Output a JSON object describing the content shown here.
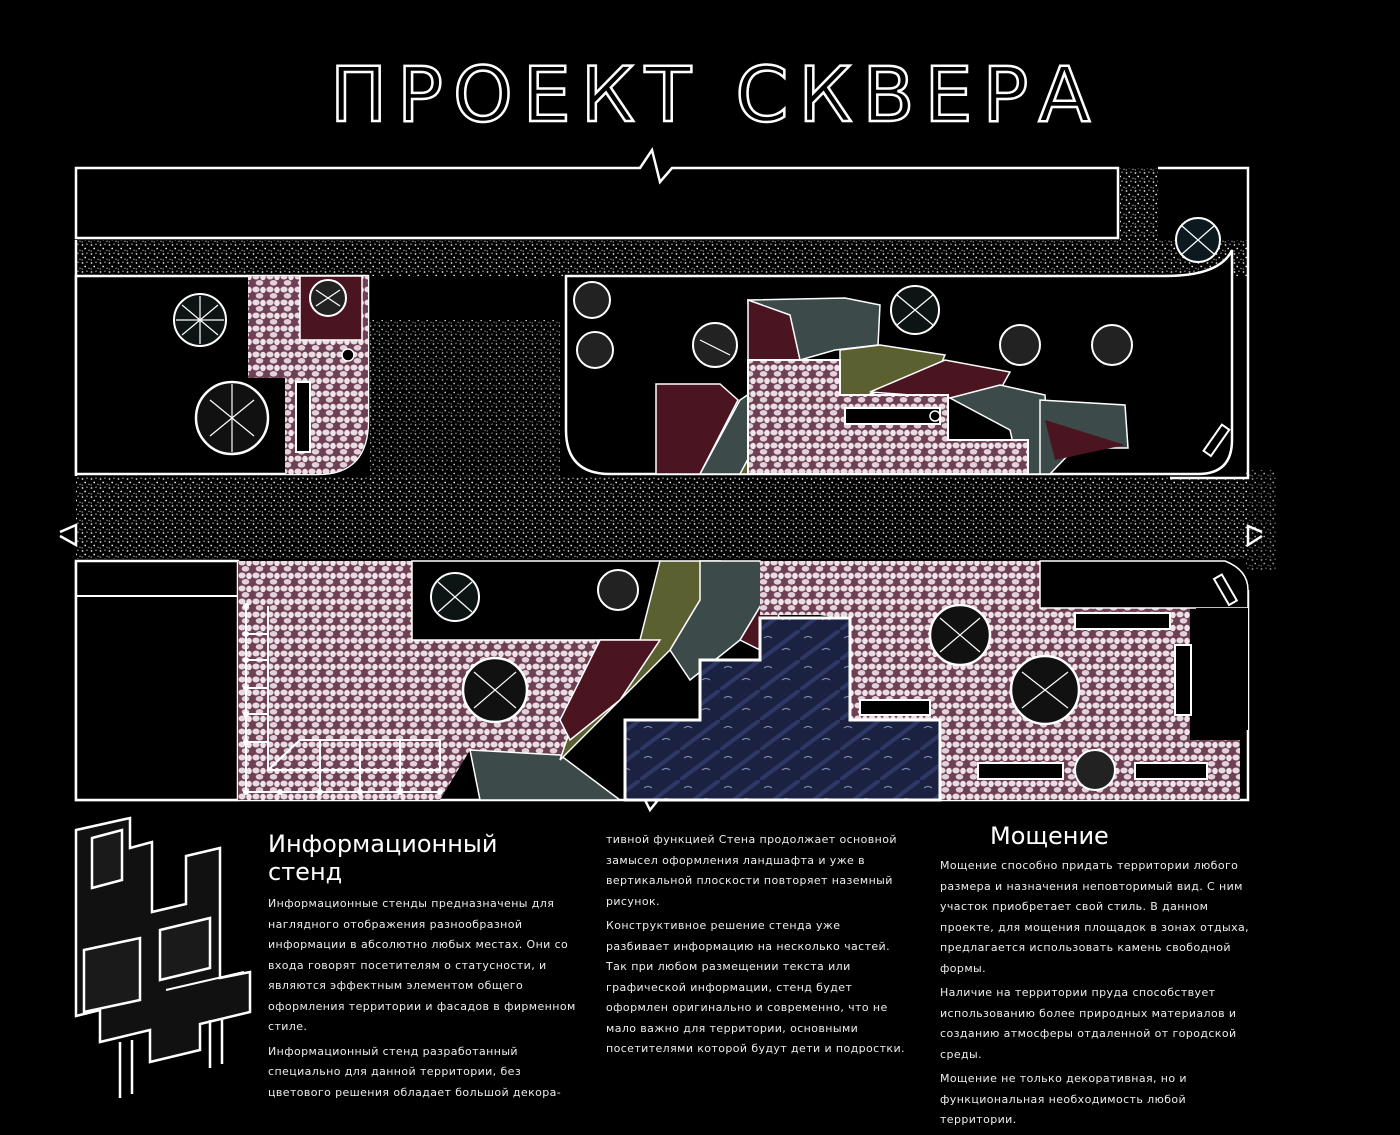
{
  "title": "ПРОЕКТ СКВЕРА",
  "info_stand": {
    "heading": "Информационный стенд",
    "col1": [
      "Информационные стенды предназначены для наглядного отображения разнообразной информации в абсолютно любых местах. Они со входа говорят посетителям о статусности, и являются эффектным элементом общего оформления территории и фасадов в фирменном стиле.",
      "Информационный стенд разработанный специально для данной территории, без цветового решения обладает большой декора-"
    ],
    "col2": [
      "тивной функцией Стена продолжает основной замысел оформления ландшафта и уже в вертикальной плоскости повторяет наземный рисунок.",
      "Конструктивное решение стенда уже разбивает информацию на несколько частей. Так при любом размещении текста или графической информации, стенд будет оформлен оригинально и современно, что не мало важно для территории, основными посетителями которой будут дети и подростки."
    ]
  },
  "paving": {
    "heading": "Мощение",
    "paragraphs": [
      "Мощение способно придать территории любого размера и назначения неповторимый вид. С ним участок приобретает свой стиль. В данном проекте, для мощения площадок в зонах отдыха, предлагается использовать камень свободной формы.",
      "Наличие на территории пруда способствует использованию более природных материалов и созданию атмосферы отдаленной от городской среды.",
      "Мощение не только декоративная, но и функциональная необходимость любой территории."
    ]
  },
  "colors": {
    "background": "#000000",
    "line": "#ffffff",
    "paving": "#a07088",
    "burgundy": "#4a1420",
    "olive": "#5a6030",
    "slate": "#3c4a4a",
    "pond": "#1c2440"
  }
}
